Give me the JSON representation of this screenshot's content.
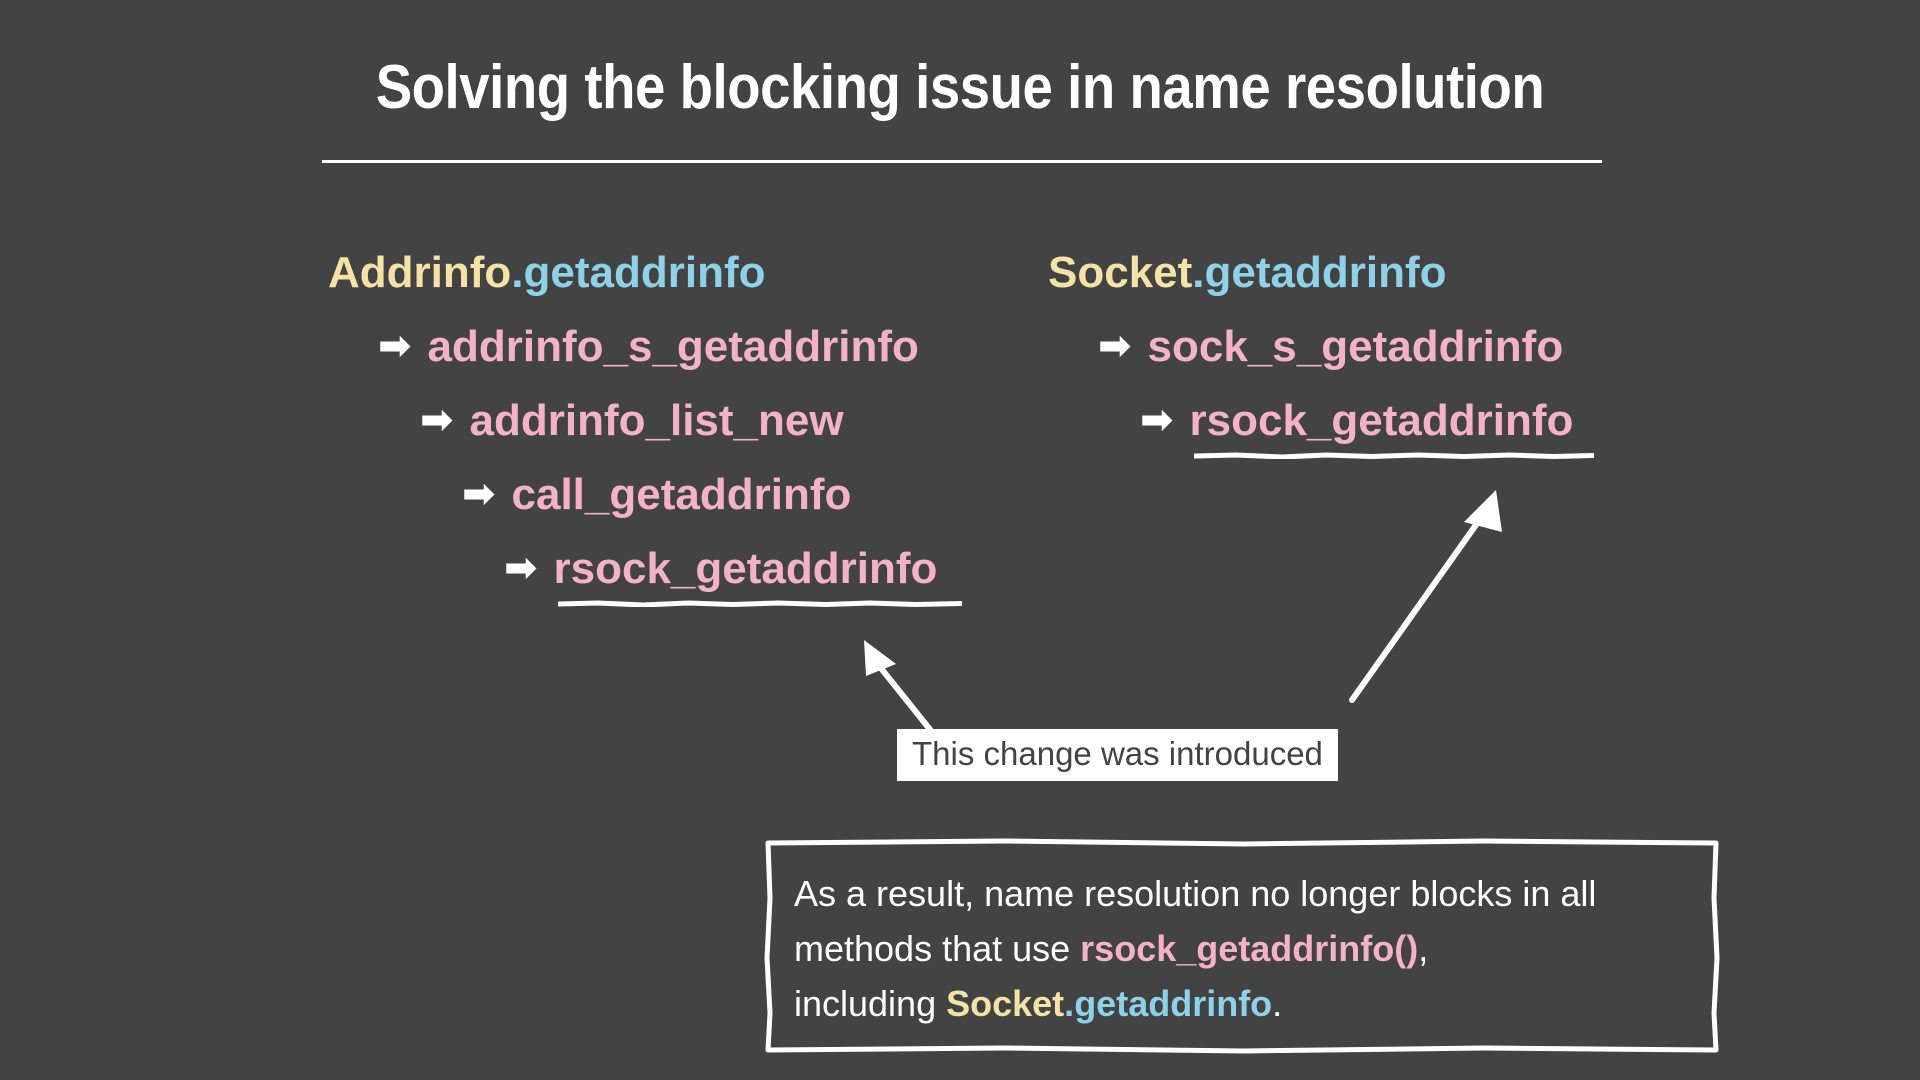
{
  "slide": {
    "title": "Solving the blocking issue in name resolution",
    "background_color": "#434343",
    "colors": {
      "class_name": "#f5e2a6",
      "method_name": "#8ed2ea",
      "function_name": "#f3b2c8",
      "text": "#ffffff",
      "callout_background": "#ffffff",
      "callout_text": "#434343"
    }
  },
  "left_tree": {
    "head": {
      "class": "Addrinfo",
      "separator": ".",
      "method": "getaddrinfo"
    },
    "steps": [
      {
        "arrow": "arrow-right-icon",
        "glyph": "➡",
        "label": "addrinfo_s_getaddrinfo",
        "indent": 1,
        "underlined": false
      },
      {
        "arrow": "arrow-right-icon",
        "glyph": "➡",
        "label": "addrinfo_list_new",
        "indent": 2,
        "underlined": false
      },
      {
        "arrow": "arrow-right-icon",
        "glyph": "➡",
        "label": "call_getaddrinfo",
        "indent": 3,
        "underlined": false
      },
      {
        "arrow": "arrow-right-icon",
        "glyph": "➡",
        "label": "rsock_getaddrinfo",
        "indent": 4,
        "underlined": true
      }
    ]
  },
  "right_tree": {
    "head": {
      "class": "Socket",
      "separator": ".",
      "method": "getaddrinfo"
    },
    "steps": [
      {
        "arrow": "arrow-right-icon",
        "glyph": "➡",
        "label": "sock_s_getaddrinfo",
        "indent": 1,
        "underlined": false
      },
      {
        "arrow": "arrow-right-icon",
        "glyph": "➡",
        "label": "rsock_getaddrinfo",
        "indent": 2,
        "underlined": true
      }
    ]
  },
  "callout": {
    "label": "This change was introduced"
  },
  "result_box": {
    "lines": [
      [
        {
          "text": "As a result, name resolution no longer blocks in all",
          "style": "plain"
        }
      ],
      [
        {
          "text": "methods that use ",
          "style": "plain"
        },
        {
          "text": "rsock_getaddrinfo()",
          "style": "fn"
        },
        {
          "text": ",",
          "style": "plain"
        }
      ],
      [
        {
          "text": "including ",
          "style": "plain"
        },
        {
          "text": "Socket",
          "style": "cls"
        },
        {
          "text": ".",
          "style": "dot"
        },
        {
          "text": "getaddrinfo",
          "style": "meth"
        },
        {
          "text": ".",
          "style": "plain"
        }
      ]
    ]
  }
}
